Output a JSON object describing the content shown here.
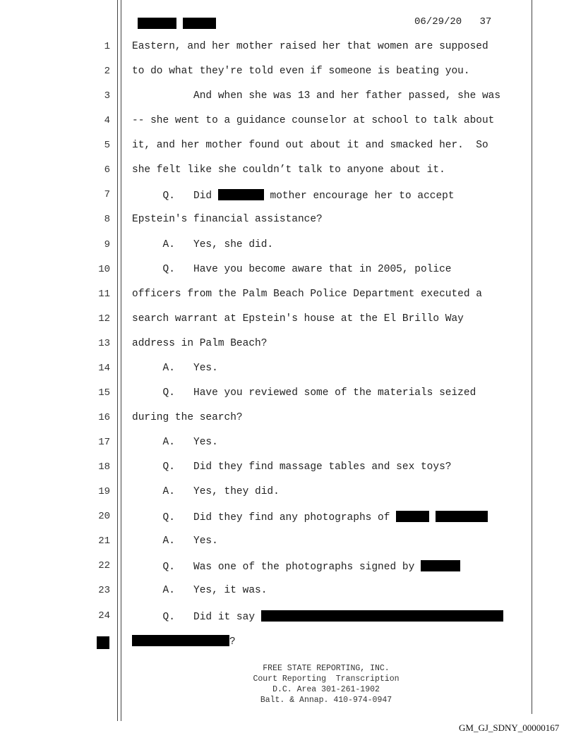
{
  "header": {
    "date": "06/29/20",
    "page_number": "37",
    "redactions": [
      "redacted-name-first",
      "redacted-name-last"
    ]
  },
  "lines": [
    {
      "n": "1",
      "text": "Eastern, and her mother raised her that women are supposed"
    },
    {
      "n": "2",
      "text": "to do what they're told even if someone is beating you."
    },
    {
      "n": "3",
      "text": "          And when she was 13 and her father passed, she was"
    },
    {
      "n": "4",
      "text": "-- she went to a guidance counselor at school to talk about"
    },
    {
      "n": "5",
      "text": "it, and her mother found out about it and smacked her.  So"
    },
    {
      "n": "6",
      "text": "she felt like she couldn’t talk to anyone about it."
    },
    {
      "n": "7",
      "pre": "     Q.   Did ",
      "post": " mother encourage her to accept"
    },
    {
      "n": "8",
      "text": "Epstein's financial assistance?"
    },
    {
      "n": "9",
      "text": "     A.   Yes, she did."
    },
    {
      "n": "10",
      "text": "     Q.   Have you become aware that in 2005, police"
    },
    {
      "n": "11",
      "text": "officers from the Palm Beach Police Department executed a"
    },
    {
      "n": "12",
      "text": "search warrant at Epstein's house at the El Brillo Way"
    },
    {
      "n": "13",
      "text": "address in Palm Beach?"
    },
    {
      "n": "14",
      "text": "     A.   Yes."
    },
    {
      "n": "15",
      "text": "     Q.   Have you reviewed some of the materials seized"
    },
    {
      "n": "16",
      "text": "during the search?"
    },
    {
      "n": "17",
      "text": "     A.   Yes."
    },
    {
      "n": "18",
      "text": "     Q.   Did they find massage tables and sex toys?"
    },
    {
      "n": "19",
      "text": "     A.   Yes, they did."
    },
    {
      "n": "20",
      "pre": "     Q.   Did they find any photographs of "
    },
    {
      "n": "21",
      "text": "     A.   Yes."
    },
    {
      "n": "22",
      "pre": "     Q.   Was one of the photographs signed by "
    },
    {
      "n": "23",
      "text": "     A.   Yes, it was."
    },
    {
      "n": "24",
      "pre": "     Q.   Did it say "
    },
    {
      "n": "",
      "post": "?"
    }
  ],
  "footer": {
    "line1": "FREE STATE REPORTING, INC.",
    "line2": "Court Reporting  Transcription",
    "line3": "D.C. Area 301-261-1902",
    "line4": "Balt. & Annap. 410-974-0947"
  },
  "bates_number": "GM_GJ_SDNY_00000167"
}
